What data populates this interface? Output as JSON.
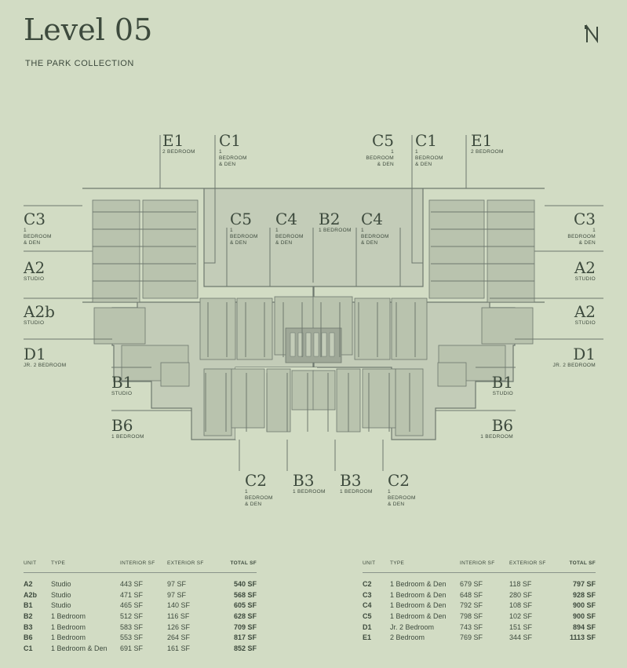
{
  "header": {
    "title": "Level 05",
    "subtitle": "THE PARK COLLECTION"
  },
  "logo": {
    "icon": "n-monogram-logo",
    "text": "'N"
  },
  "colors": {
    "background": "#d2dcc4",
    "plan_fill": "#c3ccb8",
    "line": "#6e786e",
    "text": "#3d4a3d"
  },
  "unit_labels": [
    {
      "code": "E1",
      "desc": "2 BEDROOM"
    },
    {
      "code": "C1",
      "desc": "1 BEDROOM & DEN"
    },
    {
      "code": "C5",
      "desc": "1 BEDROOM & DEN"
    },
    {
      "code": "C1",
      "desc": "1 BEDROOM & DEN"
    },
    {
      "code": "E1",
      "desc": "2 BEDROOM"
    },
    {
      "code": "C3",
      "desc": "1 BEDROOM & DEN"
    },
    {
      "code": "A2",
      "desc": "STUDIO"
    },
    {
      "code": "A2b",
      "desc": "STUDIO"
    },
    {
      "code": "D1",
      "desc": "JR. 2 BEDROOM"
    },
    {
      "code": "B1",
      "desc": "STUDIO"
    },
    {
      "code": "B6",
      "desc": "1 BEDROOM"
    },
    {
      "code": "C5",
      "desc": "1 BEDROOM & DEN"
    },
    {
      "code": "C4",
      "desc": "1 BEDROOM & DEN"
    },
    {
      "code": "B2",
      "desc": "1 BEDROOM"
    },
    {
      "code": "C4",
      "desc": "1 BEDROOM & DEN"
    },
    {
      "code": "C3",
      "desc": "1 BEDROOM & DEN"
    },
    {
      "code": "A2",
      "desc": "STUDIO"
    },
    {
      "code": "A2",
      "desc": "STUDIO"
    },
    {
      "code": "D1",
      "desc": "JR. 2 BEDROOM"
    },
    {
      "code": "B1",
      "desc": "STUDIO"
    },
    {
      "code": "B6",
      "desc": "1 BEDROOM"
    },
    {
      "code": "C2",
      "desc": "1 BEDROOM & DEN"
    },
    {
      "code": "B3",
      "desc": "1 BEDROOM"
    },
    {
      "code": "B3",
      "desc": "1 BEDROOM"
    },
    {
      "code": "C2",
      "desc": "1 BEDROOM & DEN"
    }
  ],
  "table": {
    "headers": {
      "unit": "UNIT",
      "type": "TYPE",
      "interior": "INTERIOR SF",
      "exterior": "EXTERIOR SF",
      "total": "TOTAL SF"
    },
    "left": [
      {
        "unit": "A2",
        "type": "Studio",
        "interior": "443 SF",
        "exterior": "97 SF",
        "total": "540 SF"
      },
      {
        "unit": "A2b",
        "type": "Studio",
        "interior": "471 SF",
        "exterior": "97 SF",
        "total": "568 SF"
      },
      {
        "unit": "B1",
        "type": "Studio",
        "interior": "465 SF",
        "exterior": "140 SF",
        "total": "605 SF"
      },
      {
        "unit": "B2",
        "type": "1 Bedroom",
        "interior": "512 SF",
        "exterior": "116 SF",
        "total": "628 SF"
      },
      {
        "unit": "B3",
        "type": "1 Bedroom",
        "interior": "583 SF",
        "exterior": "126 SF",
        "total": "709 SF"
      },
      {
        "unit": "B6",
        "type": "1 Bedroom",
        "interior": "553 SF",
        "exterior": "264 SF",
        "total": "817 SF"
      },
      {
        "unit": "C1",
        "type": "1 Bedroom & Den",
        "interior": "691 SF",
        "exterior": "161 SF",
        "total": "852 SF"
      }
    ],
    "right": [
      {
        "unit": "C2",
        "type": "1 Bedroom & Den",
        "interior": "679 SF",
        "exterior": "118 SF",
        "total": "797 SF"
      },
      {
        "unit": "C3",
        "type": "1 Bedroom & Den",
        "interior": "648 SF",
        "exterior": "280 SF",
        "total": "928 SF"
      },
      {
        "unit": "C4",
        "type": "1 Bedroom & Den",
        "interior": "792 SF",
        "exterior": "108 SF",
        "total": "900 SF"
      },
      {
        "unit": "C5",
        "type": "1 Bedroom & Den",
        "interior": "798 SF",
        "exterior": "102 SF",
        "total": "900 SF"
      },
      {
        "unit": "D1",
        "type": "Jr. 2 Bedroom",
        "interior": "743 SF",
        "exterior": "151 SF",
        "total": "894 SF"
      },
      {
        "unit": "E1",
        "type": "2 Bedroom",
        "interior": "769 SF",
        "exterior": "344 SF",
        "total": "1113 SF"
      }
    ]
  }
}
